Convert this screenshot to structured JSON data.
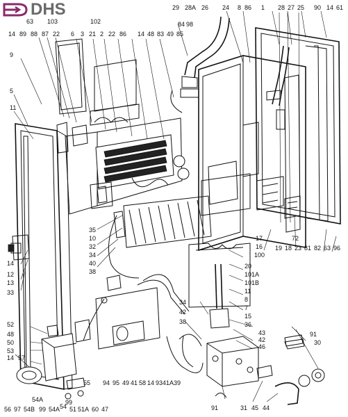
{
  "brand": {
    "name": "DHS",
    "logo_color": "#6a6a6a",
    "mark_color": "#8a2a6a"
  },
  "callouts": [
    "29",
    "28A",
    "26",
    "24",
    "8",
    "86",
    "1",
    "28",
    "27",
    "25",
    "90",
    "14",
    "61",
    "63",
    "103",
    "102",
    "84",
    "98",
    "14",
    "89",
    "88",
    "87",
    "22",
    "6",
    "3",
    "21",
    "2",
    "22",
    "86",
    "14",
    "48",
    "83",
    "49",
    "85",
    "9",
    "5",
    "11",
    "35",
    "10",
    "32",
    "34",
    "40",
    "38",
    "17",
    "16",
    "100",
    "19",
    "18",
    "23",
    "81",
    "72",
    "82",
    "63",
    "96",
    "20",
    "101A",
    "101B",
    "11",
    "8",
    "7",
    "15",
    "36",
    "14",
    "12",
    "13",
    "33",
    "34",
    "42",
    "38",
    "43",
    "42",
    "46",
    "91",
    "30",
    "52",
    "48",
    "50",
    "53",
    "14",
    "57",
    "55",
    "94",
    "95",
    "49",
    "41",
    "58",
    "14",
    "93",
    "41A",
    "39",
    "99",
    "51",
    "51A",
    "60",
    "47",
    "56",
    "97",
    "54B",
    "99",
    "54A",
    "54",
    "54A",
    "91",
    "31",
    "45",
    "44"
  ]
}
